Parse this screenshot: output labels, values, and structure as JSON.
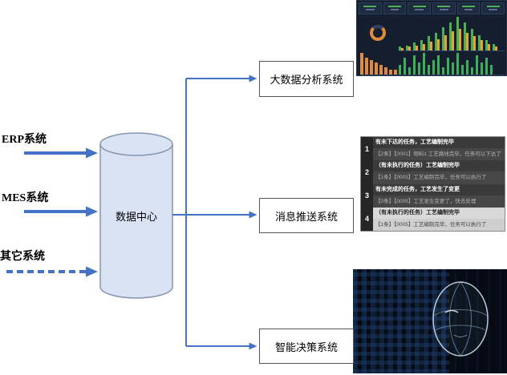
{
  "sources": [
    {
      "label": "ERP系统"
    },
    {
      "label": "MES系统"
    },
    {
      "label": "其它系统"
    }
  ],
  "hub": {
    "label": "数据中心"
  },
  "systems": [
    {
      "label": "大数据分析系统"
    },
    {
      "label": "消息推送系统"
    },
    {
      "label": "智能决策系统"
    }
  ],
  "messages": {
    "rows": [
      {
        "num": "1",
        "title": "有未下达的任务，工艺编制完毕",
        "detail": "【2条】【0001】物料1 工艺路线完毕，任务可以下达了"
      },
      {
        "num": "2",
        "title": "（有未执行的任务）工艺编制完毕",
        "detail": "【1条】【0005】工艺编制完毕，任务可以执行了"
      },
      {
        "num": "3",
        "title": "有未完成的任务，工艺发生了变更",
        "detail": "【0条】【0005】工艺发生变更了，快去处理"
      },
      {
        "num": "4",
        "title": "（有未执行的任务）工艺编制完毕",
        "detail": "【1条】【0005】工艺编制完毕，任务可以执行了"
      }
    ]
  },
  "colors": {
    "accent": "#4472C4",
    "cylinder_fill": "#dae3f3",
    "cylinder_stroke": "#8496b0",
    "dashboard_bg": "#151e2e",
    "bar_green": "#4caf50",
    "bar_orange": "#e6a23c",
    "bar_deep_orange": "#e08a3c"
  },
  "chart_data": [
    {
      "type": "bar",
      "title": "dashboard-main-bars",
      "series": [
        {
          "name": "green",
          "color": "#4caf50",
          "values": [
            3,
            4,
            6,
            8,
            11,
            14,
            18,
            22,
            26,
            22,
            17,
            12,
            8,
            5
          ]
        },
        {
          "name": "orange",
          "color": "#e6a23c",
          "values": [
            2,
            3,
            4,
            5,
            7,
            9,
            12,
            15,
            17,
            14,
            11,
            8,
            5,
            3
          ]
        }
      ],
      "ylim": [
        0,
        30
      ],
      "grid": false,
      "legend": "none"
    },
    {
      "type": "bar",
      "title": "dashboard-bottom-left-bars",
      "color": "#e08a3c",
      "values": [
        9,
        7,
        6,
        5,
        4,
        3,
        2,
        2
      ],
      "ylim": [
        0,
        10
      ]
    },
    {
      "type": "bar",
      "title": "dashboard-bottom-right-bars",
      "color": "#3fae5a",
      "values": [
        4,
        7,
        3,
        8,
        5,
        9,
        4,
        6,
        8,
        3,
        7,
        5,
        9,
        4,
        6,
        3,
        8,
        5,
        7,
        4
      ],
      "ylim": [
        0,
        10
      ]
    }
  ]
}
